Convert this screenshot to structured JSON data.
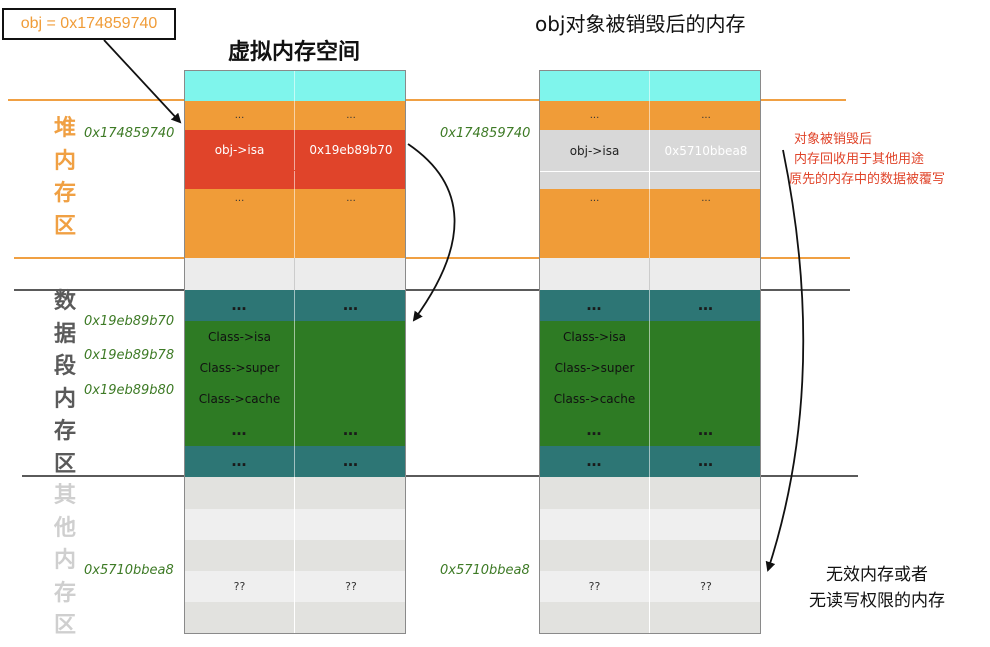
{
  "pointer_box": {
    "text": "obj = 0x174859740"
  },
  "titles": {
    "left": "虚拟内存空间",
    "right": "obj对象被销毁后的内存"
  },
  "region_labels": {
    "heap": [
      "堆",
      "内",
      "存",
      "区"
    ],
    "data": [
      "数",
      "据",
      "段",
      "内",
      "存",
      "区"
    ],
    "other": [
      "其",
      "他",
      "内",
      "存",
      "区"
    ]
  },
  "addresses": {
    "obj": "0x174859740",
    "class_isa": "0x19eb89b70",
    "class_super": "0x19eb89b78",
    "class_cache": "0x19eb89b80",
    "unknown": "0x5710bbea8"
  },
  "left_memory": {
    "top_dots": [
      "...",
      "..."
    ],
    "obj_row": [
      "obj->isa",
      "0x19eb89b70"
    ],
    "mid_dots": [
      "...",
      "..."
    ],
    "data_dots": [
      "…",
      "…"
    ],
    "class_isa": "Class->isa",
    "class_super": "Class->super",
    "class_cache": "Class->cache",
    "green_dots": [
      "…",
      "…"
    ],
    "teal_dots": [
      "…",
      "…"
    ],
    "unknown_row": [
      "??",
      "??"
    ]
  },
  "right_memory": {
    "top_dots": [
      "...",
      "..."
    ],
    "obj_row": [
      "obj->isa",
      "0x5710bbea8"
    ],
    "mid_dots": [
      "...",
      "..."
    ],
    "data_dots": [
      "…",
      "…"
    ],
    "class_isa": "Class->isa",
    "class_super": "Class->super",
    "class_cache": "Class->cache",
    "green_dots": [
      "…",
      "…"
    ],
    "teal_dots": [
      "…",
      "…"
    ],
    "unknown_row": [
      "??",
      "??"
    ]
  },
  "annotations": {
    "destroyed": [
      "对象被销毁后",
      "内存回收用于其他用途",
      "原先的内存中的数据被覆写"
    ],
    "invalid": [
      "无效内存或者",
      "无读写权限的内存"
    ]
  },
  "colors": {
    "cyan": "#7ff5ec",
    "orange": "#f09c38",
    "red": "#e0442a",
    "light_gray": "#ececec",
    "teal": "#2d7675",
    "green": "#2e7b24",
    "gray": "#e2e2df",
    "region_orange": "#f0a043",
    "region_gray": "#5a5a5a",
    "region_light": "#cfcfcf",
    "annotation_red": "#e0442a"
  }
}
